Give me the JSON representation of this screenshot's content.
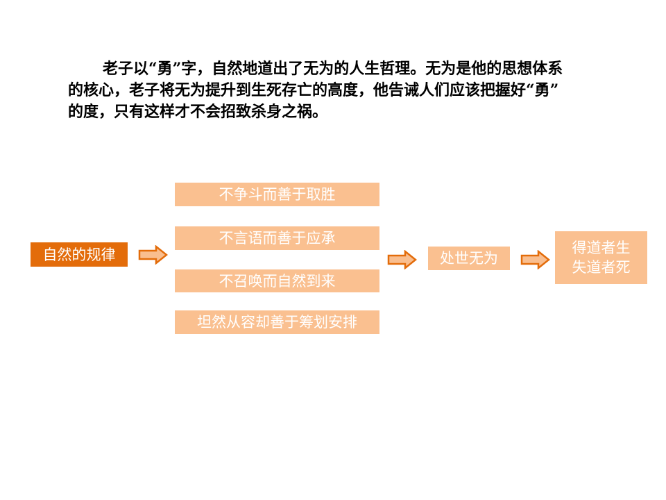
{
  "paragraph": {
    "lines": [
      "老子以“勇”字，自然地道出了无为的人生哲理。无为是他的思想体系",
      "的核心，老子将无为提升到生死存亡的高度，他告诫人们应该把握好“勇”",
      "的度，只有这样才不会招致杀身之祸。"
    ]
  },
  "diagram": {
    "source": "自然的规律",
    "branches": [
      "不争斗而善于取胜",
      "不言语而善于应承",
      "不召唤而自然到来",
      "坦然从容却善于筹划安排"
    ],
    "middle": "处世无为",
    "result_lines": [
      "得道者生",
      "失道者死"
    ]
  },
  "colors": {
    "dark": "#E36C0A",
    "light": "#FAC090",
    "arrow_fill": "#F9BE8F"
  }
}
